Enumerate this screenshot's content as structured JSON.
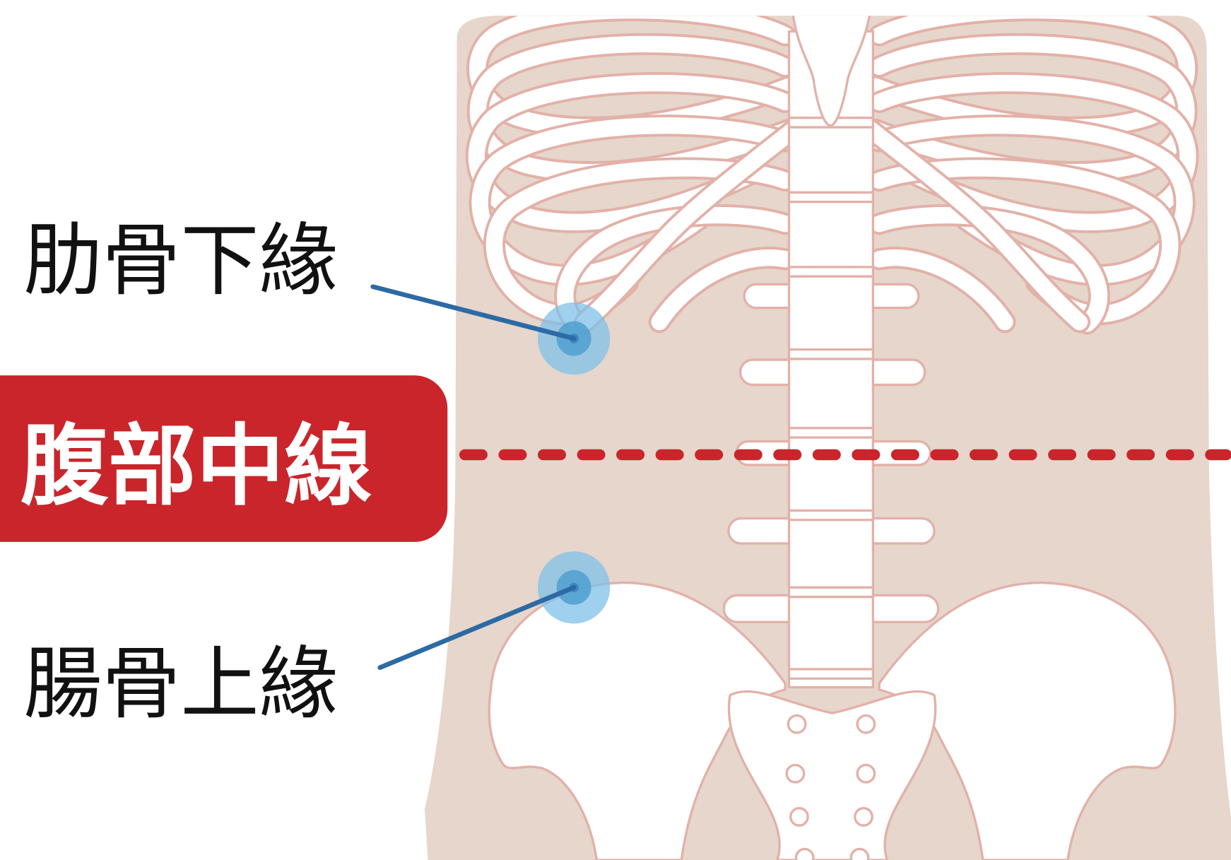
{
  "labels": {
    "costal_margin": "肋骨下緣",
    "midline": "腹部中線",
    "iliac_crest": "腸骨上緣"
  },
  "colors": {
    "background": "#ffffff",
    "torso": "#e6d6cb",
    "bone": "#ffffff",
    "bone_outline": "#e2b1a8",
    "midline_red": "#c9252b",
    "label_text": "#111111",
    "midline_text": "#ffffff",
    "leader_line": "#2c6aa5",
    "marker_outer": "#7fc0e8",
    "marker_inner": "#4f9fcf",
    "marker_center": "#3a86bd"
  }
}
